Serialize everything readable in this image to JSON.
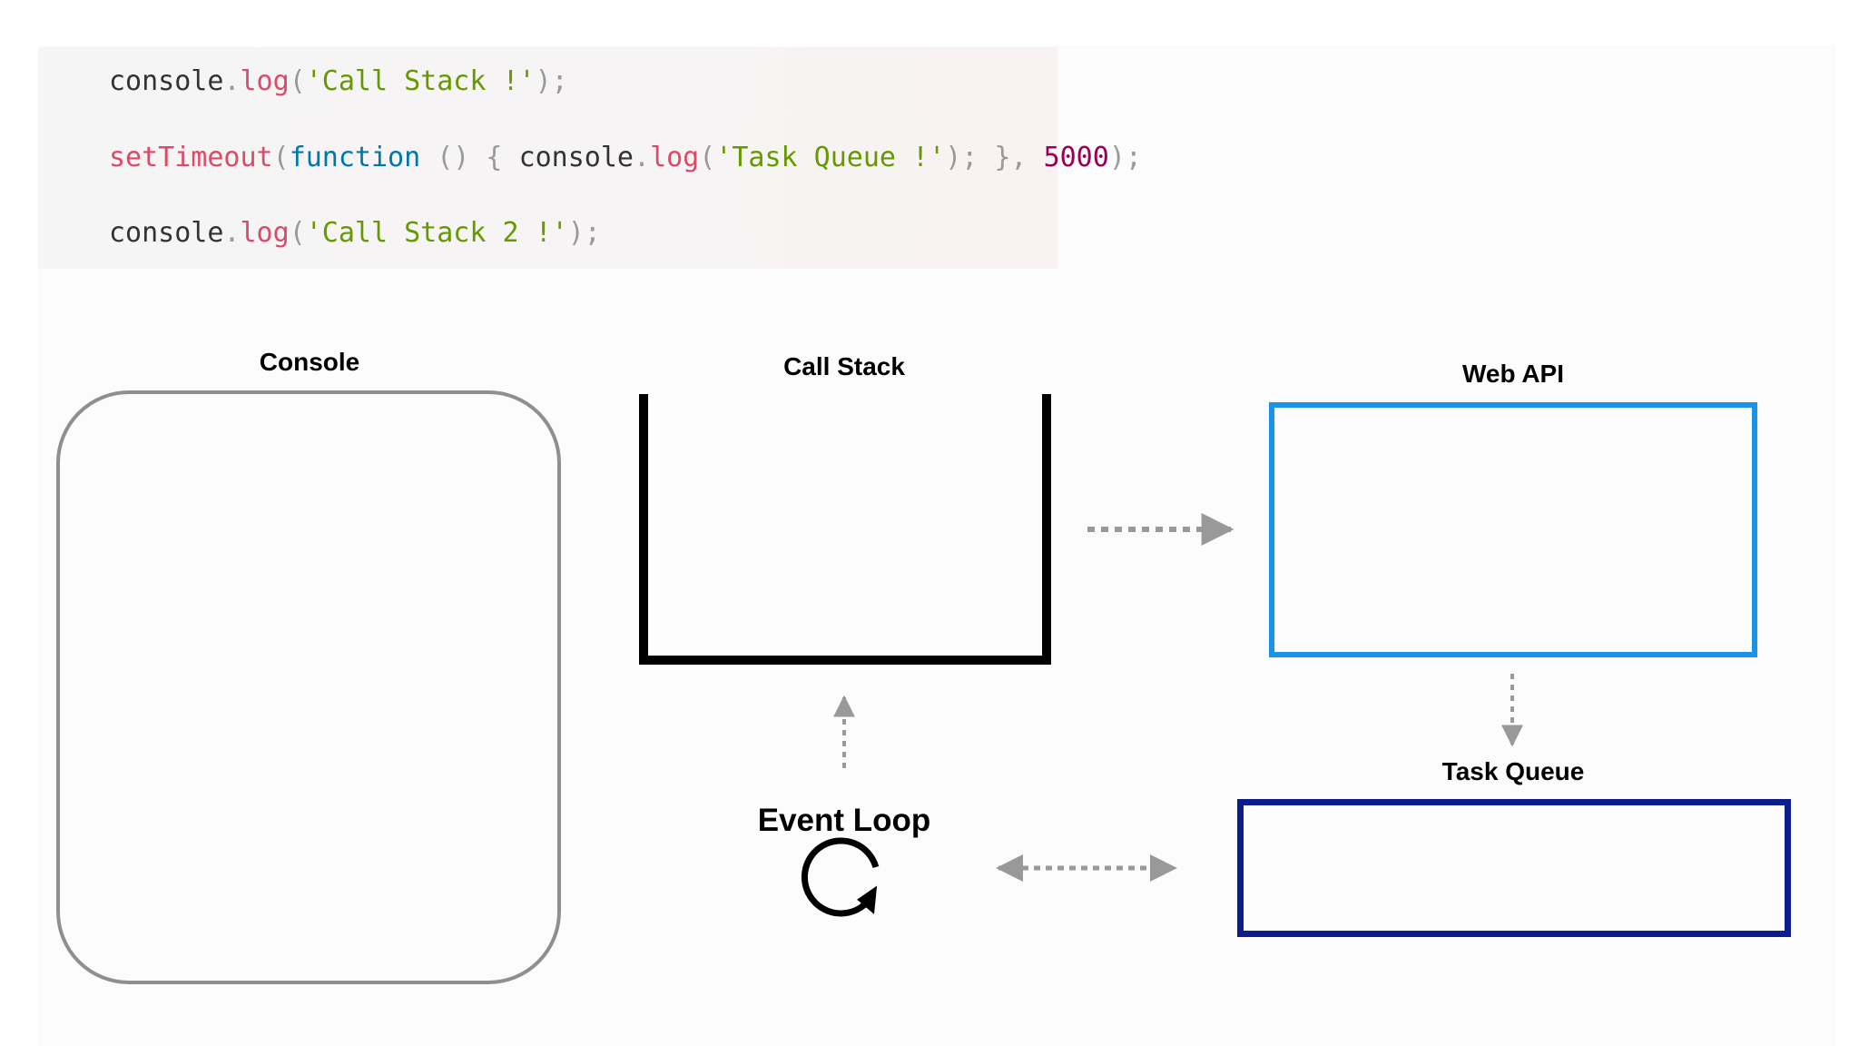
{
  "code": {
    "line1": {
      "obj": "console",
      "dot": ".",
      "method": "log",
      "open": "(",
      "arg": "'Call Stack !'",
      "close": ");"
    },
    "line2": {
      "fn": "setTimeout",
      "open": "(",
      "kw": "function",
      "params": " () { ",
      "obj": "console",
      "dot": ".",
      "method": "log",
      "open2": "(",
      "arg": "'Task Queue !'",
      "close2": "); }, ",
      "delay": "5000",
      "close": ");"
    },
    "line3": {
      "obj": "console",
      "dot": ".",
      "method": "log",
      "open": "(",
      "arg": "'Call Stack 2 !'",
      "close": ");"
    }
  },
  "diagram": {
    "console_label": "Console",
    "callstack_label": "Call Stack",
    "webapi_label": "Web API",
    "taskqueue_label": "Task Queue",
    "eventloop_label": "Event Loop"
  },
  "colors": {
    "console_border": "#8f8f8f",
    "callstack_border": "#000000",
    "webapi_border": "#1993e6",
    "taskqueue_border": "#0e1d8c",
    "arrow": "#999999"
  },
  "icons": {
    "event_loop": "circular-arrow-icon"
  }
}
